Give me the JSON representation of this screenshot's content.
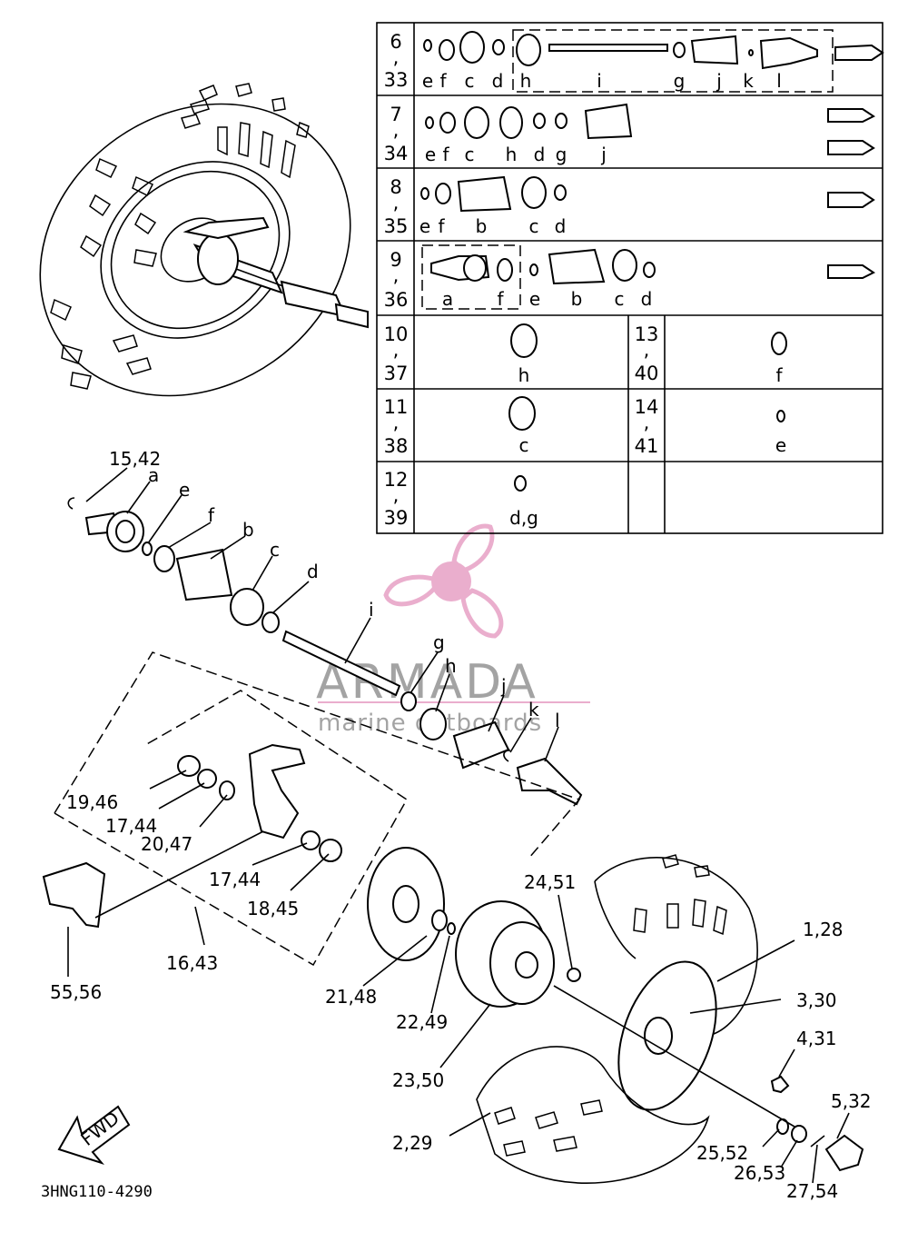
{
  "diagram": {
    "code": "3HNG110-4290",
    "fwd": "FWD",
    "watermark": {
      "brand": "ARMADA",
      "tagline": "marine outboards",
      "color": "#e8a6c8"
    }
  },
  "table": {
    "rows": [
      {
        "ref": [
          "6",
          ",",
          "33"
        ],
        "items": [
          "e",
          "f",
          "c",
          "d",
          "h",
          "i",
          "g",
          "j",
          "k",
          "l"
        ]
      },
      {
        "ref": [
          "7",
          ",",
          "34"
        ],
        "items": [
          "e",
          "f",
          "c",
          "h",
          "d",
          "g",
          "j"
        ]
      },
      {
        "ref": [
          "8",
          ",",
          "35"
        ],
        "items": [
          "e",
          "f",
          "b",
          "c",
          "d"
        ]
      },
      {
        "ref": [
          "9",
          ",",
          "36"
        ],
        "items": [
          "a",
          "f",
          "e",
          "b",
          "c",
          "d"
        ]
      },
      {
        "ref": [
          "10",
          ",",
          "37"
        ],
        "items": [
          "h"
        ],
        "ref2": [
          "13",
          ",",
          "40"
        ],
        "items2": [
          "f"
        ]
      },
      {
        "ref": [
          "11",
          ",",
          "38"
        ],
        "items": [
          "c"
        ],
        "ref2": [
          "14",
          ",",
          "41"
        ],
        "items2": [
          "e"
        ]
      },
      {
        "ref": [
          "12",
          ",",
          "39"
        ],
        "items": [
          "d,g"
        ]
      }
    ]
  },
  "callouts": {
    "c15": "15,42",
    "ca": "a",
    "ce": "e",
    "cf": "f",
    "cb": "b",
    "cc": "c",
    "cd": "d",
    "ci": "i",
    "cg": "g",
    "ch": "h",
    "cj": "j",
    "ck": "k",
    "cl": "l",
    "c19": "19,46",
    "c17a": "17,44",
    "c20": "20,47",
    "c17b": "17,44",
    "c18": "18,45",
    "c16": "16,43",
    "c55": "55,56",
    "c21": "21,48",
    "c22": "22,49",
    "c23": "23,50",
    "c24": "24,51",
    "c1": "1,28",
    "c3": "3,30",
    "c4": "4,31",
    "c5": "5,32",
    "c2": "2,29",
    "c25": "25,52",
    "c26": "26,53",
    "c27": "27,54"
  }
}
